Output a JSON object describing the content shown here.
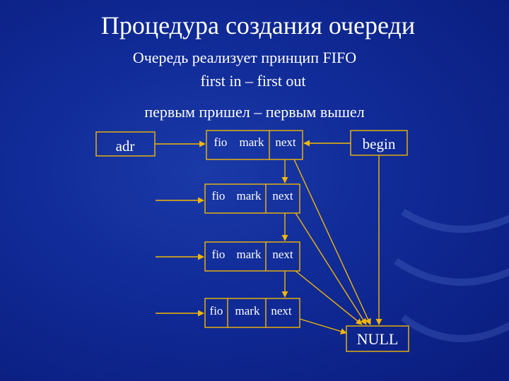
{
  "slide": {
    "title": "Процедура создания очереди",
    "line1": "Очередь реализует принцип FIFO",
    "line2": "first in – first out",
    "line3": "первым пришел – первым вышел"
  },
  "diagram": {
    "adr_label": "adr",
    "begin_label": "begin",
    "null_label": "NULL",
    "nodes": [
      {
        "fields": [
          "fio",
          "mark",
          "next"
        ]
      },
      {
        "fields": [
          "fio",
          "mark",
          "next"
        ]
      },
      {
        "fields": [
          "fio",
          "mark",
          "next"
        ]
      },
      {
        "fields": [
          "fio",
          "mark",
          "next"
        ]
      }
    ]
  },
  "colors": {
    "background": "#102a96",
    "line": "#f2b705",
    "text": "#ffffff"
  }
}
